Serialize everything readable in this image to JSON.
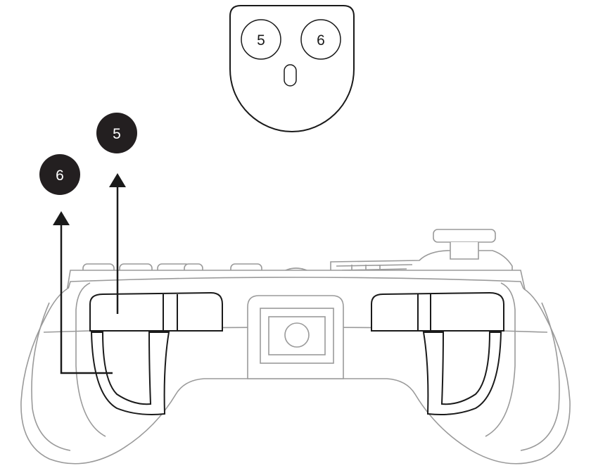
{
  "inset": {
    "left_button_label": "5",
    "right_button_label": "6"
  },
  "callouts": {
    "badge_5": "5",
    "badge_6": "6"
  },
  "colors": {
    "outline_dark": "#1a1a1a",
    "outline_light": "#9a9a9a",
    "badge_fill": "#231f20",
    "badge_text": "#ffffff"
  }
}
